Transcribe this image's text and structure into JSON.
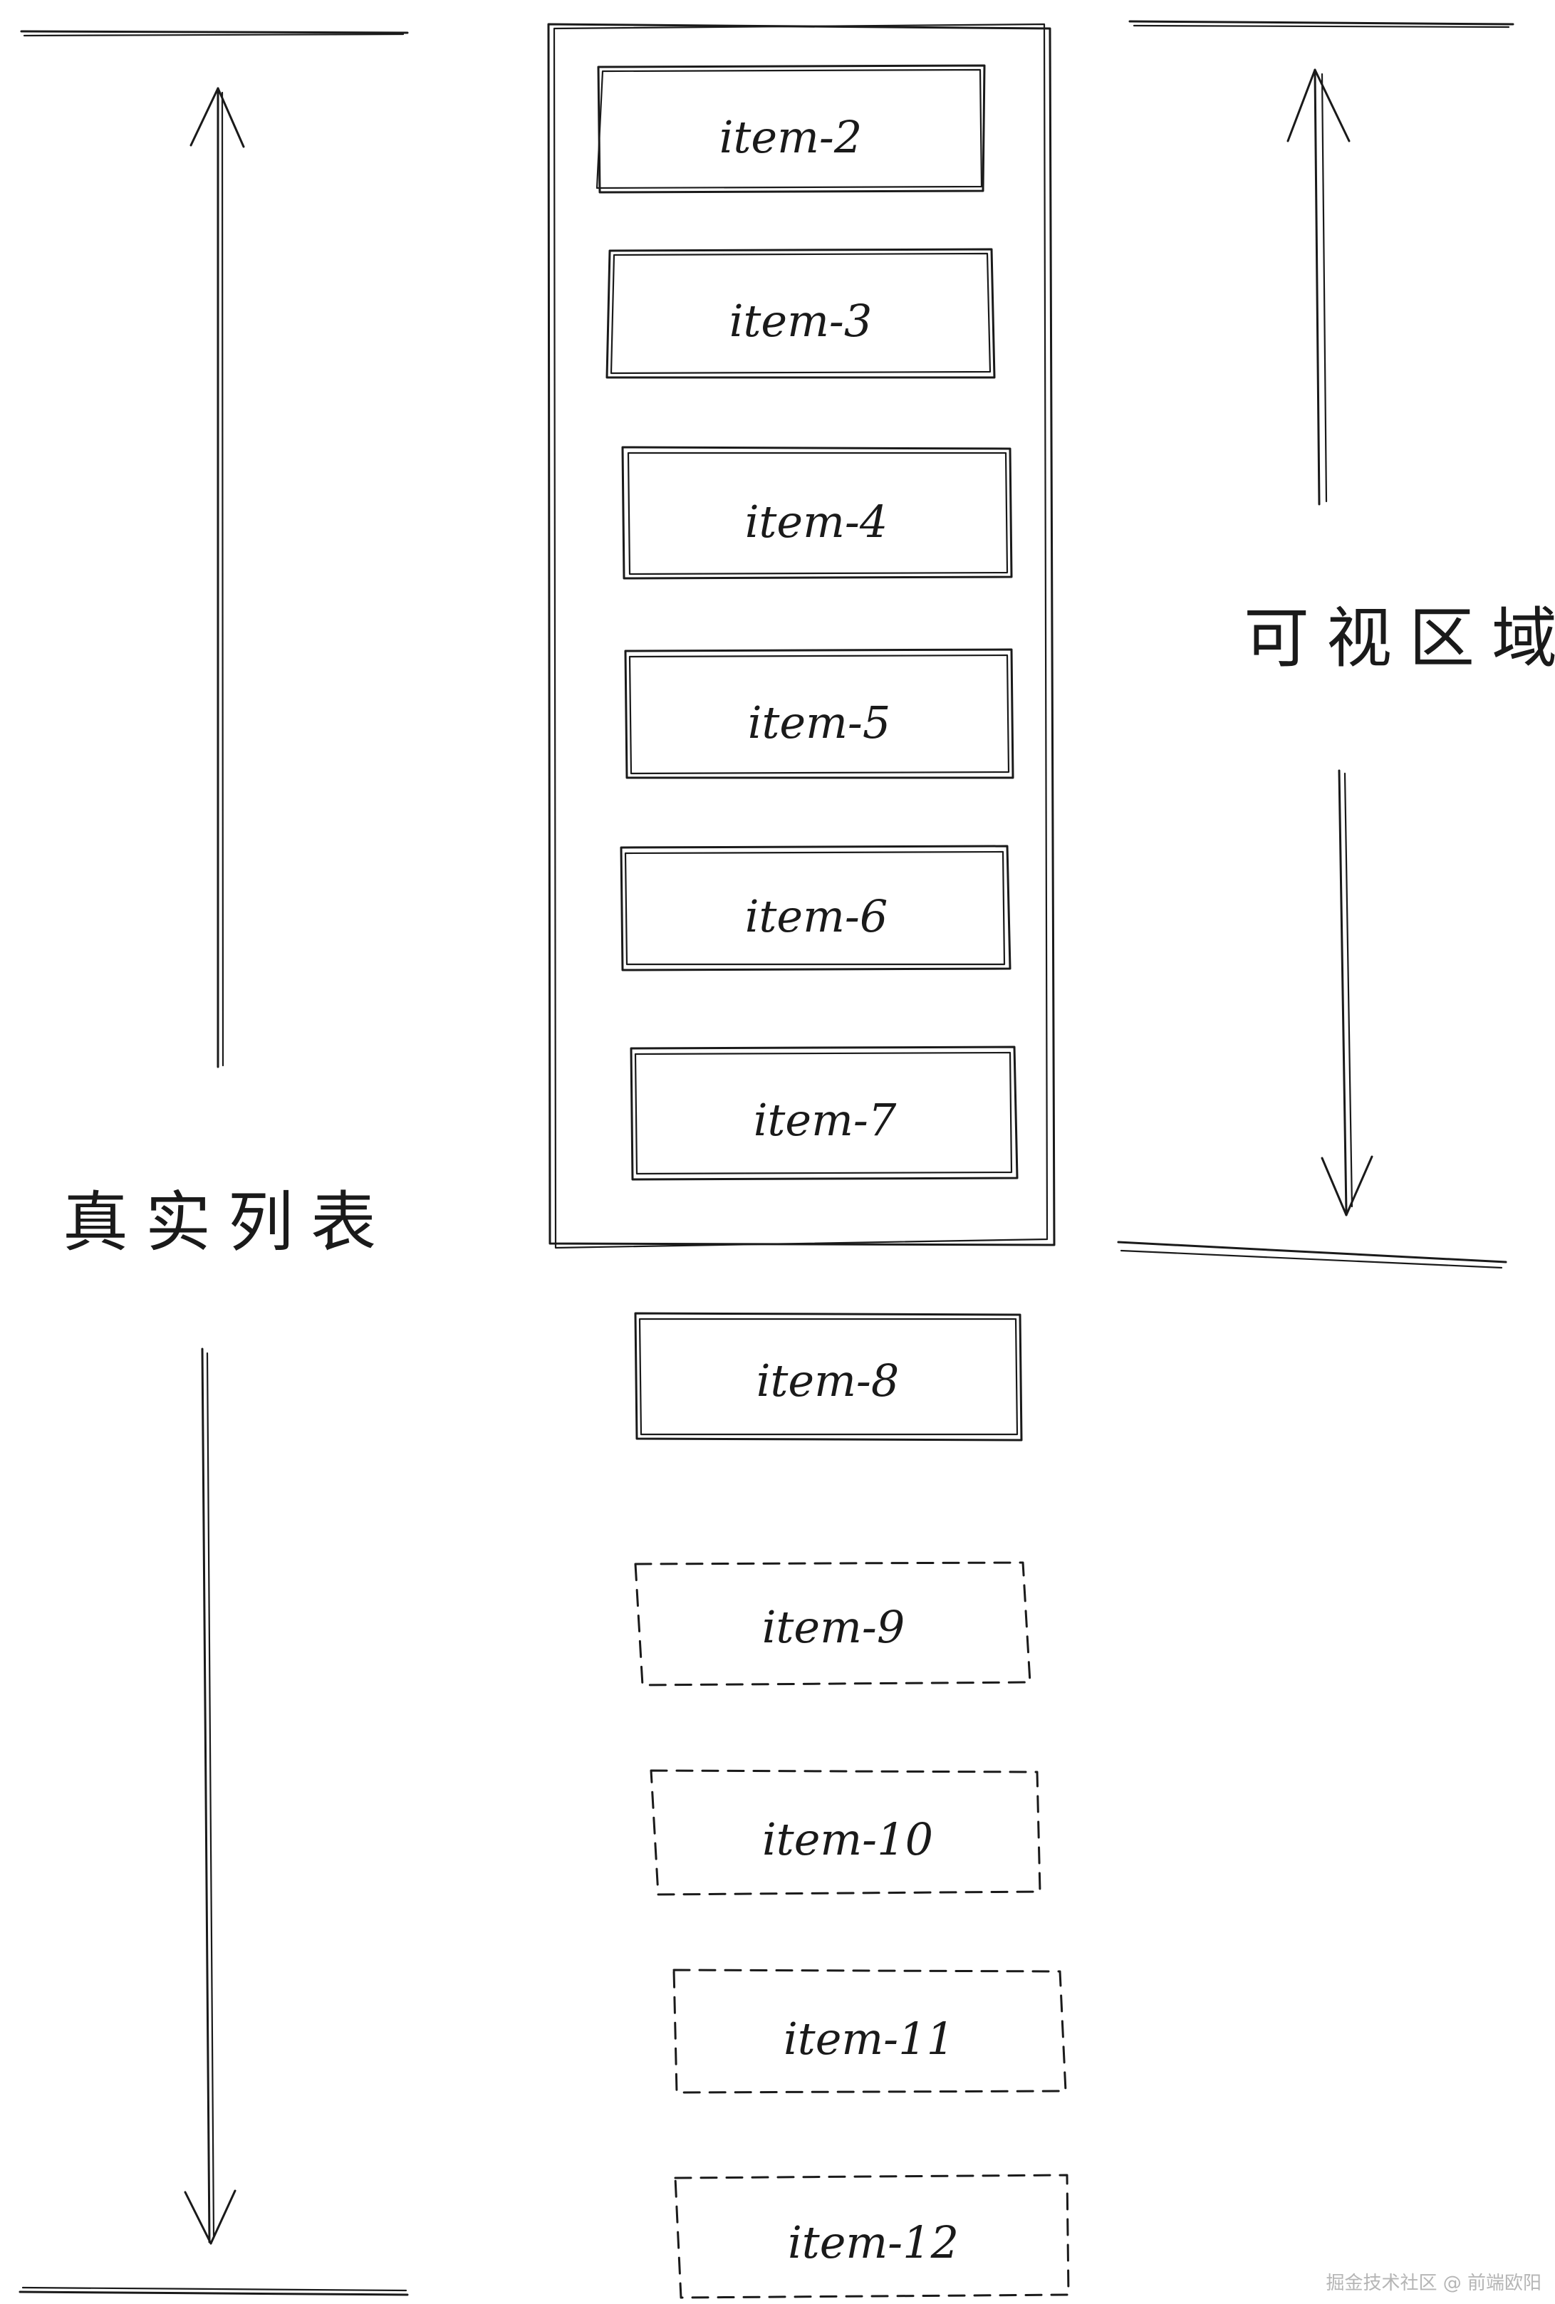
{
  "diagram": {
    "left_label": "真实列表",
    "right_label": "可视区域",
    "items": [
      {
        "id": "item-2",
        "label": "item-2",
        "rendered": true
      },
      {
        "id": "item-3",
        "label": "item-3",
        "rendered": true
      },
      {
        "id": "item-4",
        "label": "item-4",
        "rendered": true
      },
      {
        "id": "item-5",
        "label": "item-5",
        "rendered": true
      },
      {
        "id": "item-6",
        "label": "item-6",
        "rendered": true
      },
      {
        "id": "item-7",
        "label": "item-7",
        "rendered": true
      },
      {
        "id": "item-8",
        "label": "item-8",
        "rendered": true
      },
      {
        "id": "item-9",
        "label": "item-9",
        "rendered": false
      },
      {
        "id": "item-10",
        "label": "item-10",
        "rendered": false
      },
      {
        "id": "item-11",
        "label": "item-11",
        "rendered": false
      },
      {
        "id": "item-12",
        "label": "item-12",
        "rendered": false
      }
    ]
  },
  "watermark": "掘金技术社区 @ 前端欧阳"
}
